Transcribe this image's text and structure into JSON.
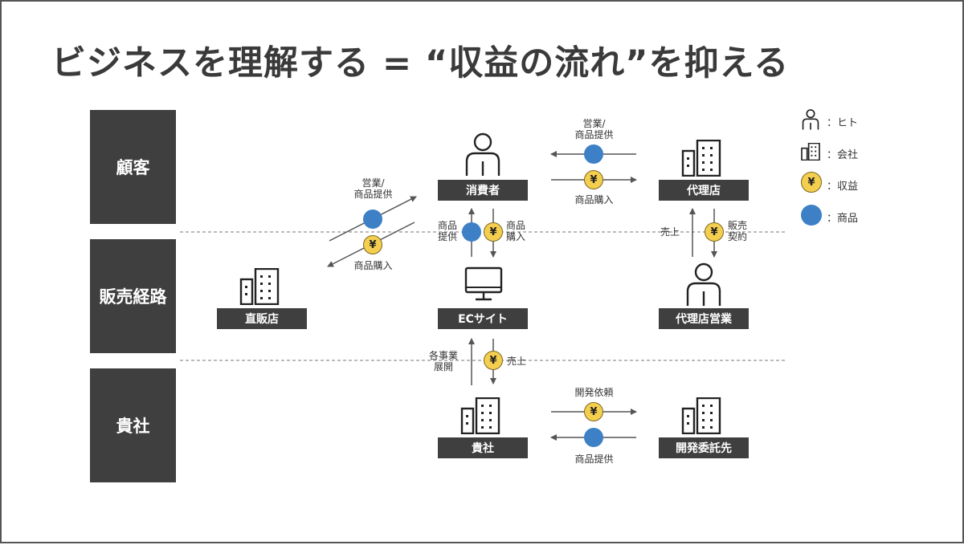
{
  "title": "ビジネスを理解する = “収益の流れ”を抑える",
  "rows": {
    "customer": "顧客",
    "channel": "販売経路",
    "company": "貴社"
  },
  "nodes": {
    "consumer": "消費者",
    "agency": "代理店",
    "direct_store": "直販店",
    "ec_site": "ECサイト",
    "agency_sales": "代理店営業",
    "company": "貴社",
    "contractor": "開発委託先"
  },
  "flows": {
    "sales_supply_top": "営業/\n商品提供",
    "product_purchase_top": "商品購入",
    "sales_supply_left": "営業/\n商品提供",
    "product_purchase_left": "商品購入",
    "product_supply_ec": "商品\n提供",
    "product_purchase_ec": "商品\n購入",
    "revenue_agency": "売上",
    "sales_contract": "販売\n契約",
    "business_expansion": "各事業\n展開",
    "revenue_company": "売上",
    "dev_request": "開発依頼",
    "product_supply_bottom": "商品提供"
  },
  "coin_symbol": "¥",
  "legend": {
    "person": "：ヒト",
    "company": "：会社",
    "revenue": "：収益",
    "product": "：商品"
  },
  "colors": {
    "dark_box": "#3f3f3f",
    "coin": "#f4cf4f",
    "product_dot": "#3d80c6"
  }
}
